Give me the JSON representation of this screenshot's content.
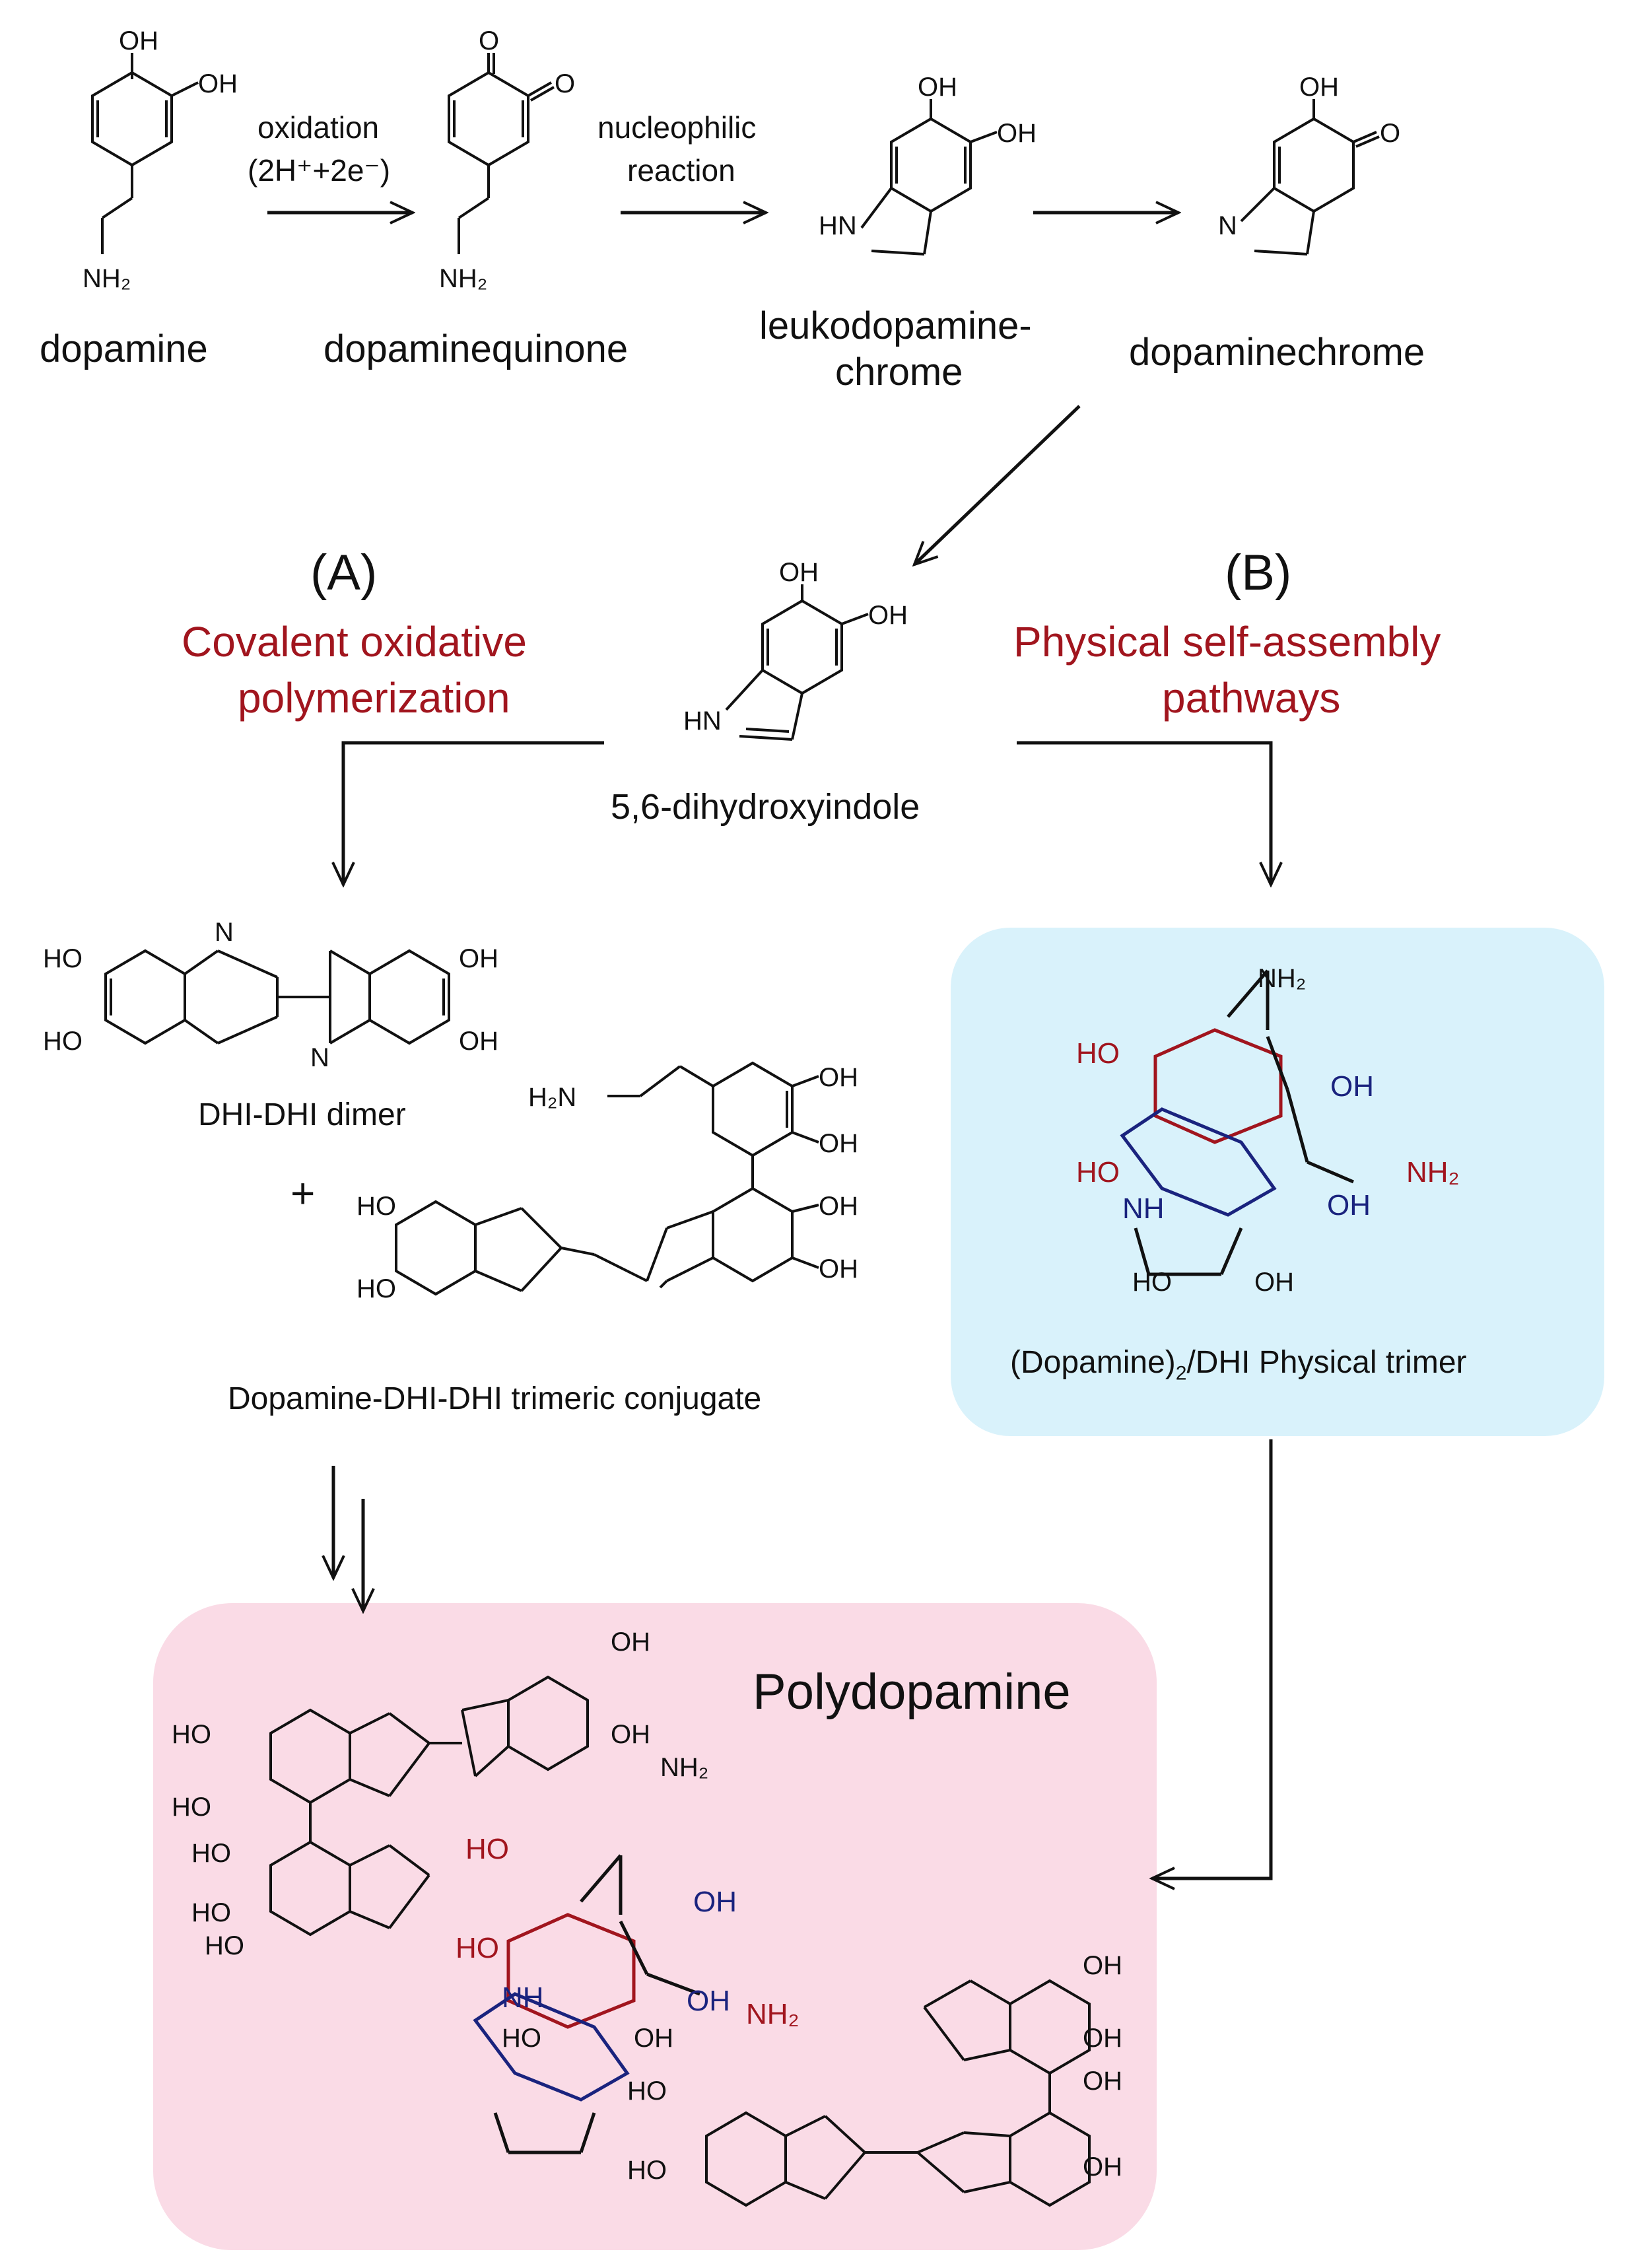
{
  "compounds": {
    "dopamine": "dopamine",
    "dopaminequinone": "dopaminequinone",
    "leuko_line1": "leukodopamine-",
    "leuko_line2": "chrome",
    "dopaminechrome": "dopaminechrome",
    "dhi": "5,6-dihydroxyindole",
    "dimer": "DHI-DHI dimer",
    "trimer": "Dopamine-DHI-DHI trimeric conjugate",
    "physical_trimer_pre": "(Dopamine)",
    "physical_trimer_sub": "2",
    "physical_trimer_post": "/DHI Physical trimer",
    "polydopamine": "Polydopamine"
  },
  "steps": {
    "oxidation": "oxidation",
    "oxidation_detail": "(2H⁺+2e⁻)",
    "nucleophilic_1": "nucleophilic",
    "nucleophilic_2": "reaction",
    "plus": "+"
  },
  "pathways": {
    "a_tag": "(A)",
    "a_line1": "Covalent  oxidative",
    "a_line2": "polymerization",
    "b_tag": "(B)",
    "b_line1": "Physical self-assembly",
    "b_line2": "pathways"
  },
  "atoms": {
    "OH": "OH",
    "HO": "HO",
    "O": "O",
    "NH2": "NH",
    "N": "N",
    "HN": "HN",
    "NH": "NH",
    "H": "H",
    "H2N": "H₂N",
    "sub2": "2"
  },
  "colors": {
    "red": "#a1151e",
    "blue": "#1a237e",
    "panel_b": "#d9f2fb",
    "panel_poly": "#fadbe6"
  }
}
